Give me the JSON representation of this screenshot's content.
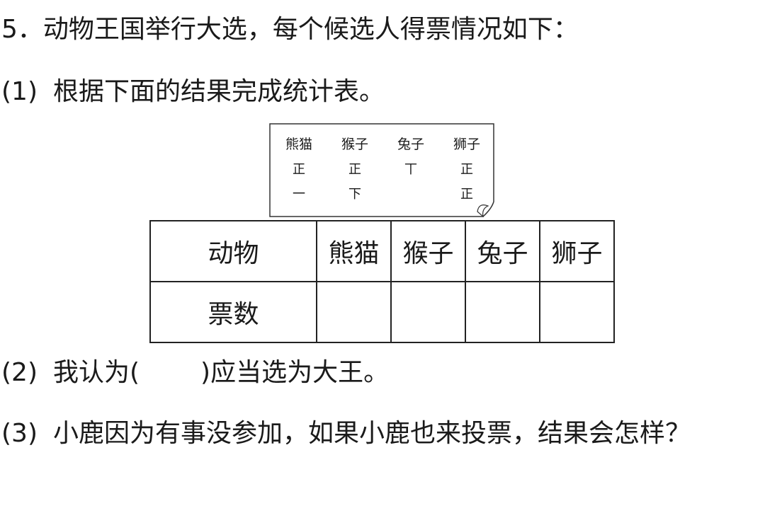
{
  "question": {
    "number": "5．",
    "title": "动物王国举行大选，每个候选人得票情况如下："
  },
  "parts": {
    "p1": {
      "num": "(1)",
      "text": "根据下面的结果完成统计表。"
    },
    "p2": {
      "num": "(2)",
      "before": "我认为(",
      "after": ")应当选为大王。"
    },
    "p3": {
      "num": "(3)",
      "text": "小鹿因为有事没参加，如果小鹿也来投票，结果会怎样？"
    }
  },
  "tally_note": {
    "candidates": [
      {
        "name": "熊猫",
        "tally": [
          "正",
          "一"
        ]
      },
      {
        "name": "猴子",
        "tally": [
          "正",
          "下"
        ]
      },
      {
        "name": "兔子",
        "tally": [
          "丅",
          ""
        ]
      },
      {
        "name": "狮子",
        "tally": [
          "正",
          "正"
        ]
      }
    ]
  },
  "table": {
    "row_header_animal": "动物",
    "row_header_votes": "票数",
    "animals": [
      "熊猫",
      "猴子",
      "兔子",
      "狮子"
    ],
    "votes": [
      "",
      "",
      "",
      ""
    ]
  }
}
